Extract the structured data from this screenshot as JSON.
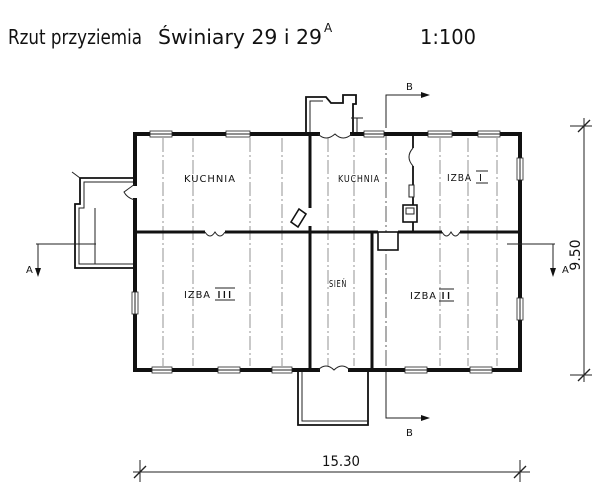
{
  "header": {
    "title": "Rzut przyziemia",
    "location": "Świniary 29 i 29",
    "location_superscript": "A",
    "scale": "1:100"
  },
  "rooms": {
    "kitchen_left": {
      "label": "KUCHNIA"
    },
    "kitchen_middle": {
      "label": "KUCHNIA"
    },
    "room_i": {
      "label": "IZBA",
      "numeral": "I"
    },
    "hall": {
      "label": "SIEŃ"
    },
    "room_iii": {
      "label": "IZBA",
      "numeral": "III"
    },
    "room_ii": {
      "label": "IZBA",
      "numeral": "II"
    }
  },
  "section_markers": {
    "a_left": "A",
    "a_right": "A",
    "b_top": "B",
    "b_bottom": "B"
  },
  "dimensions": {
    "length": "15.30",
    "width": "9.50"
  },
  "colors": {
    "ink": "#111111",
    "paper": "#ffffff"
  }
}
